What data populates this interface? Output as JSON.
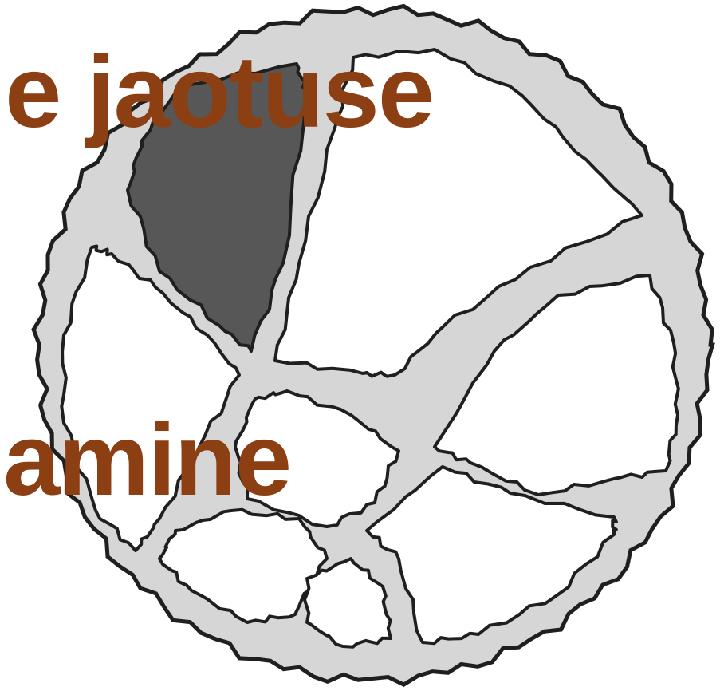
{
  "diagram": {
    "segment_count": 8,
    "highlighted_segments": 1
  },
  "colors": {
    "text": "#8b3f12",
    "highlight": "#575757",
    "band": "#d6d6d6",
    "outline": "#1f1f1f",
    "cell": "#ffffff"
  },
  "text": {
    "line_top": "e jaotuse",
    "line_bottom": "amine"
  }
}
